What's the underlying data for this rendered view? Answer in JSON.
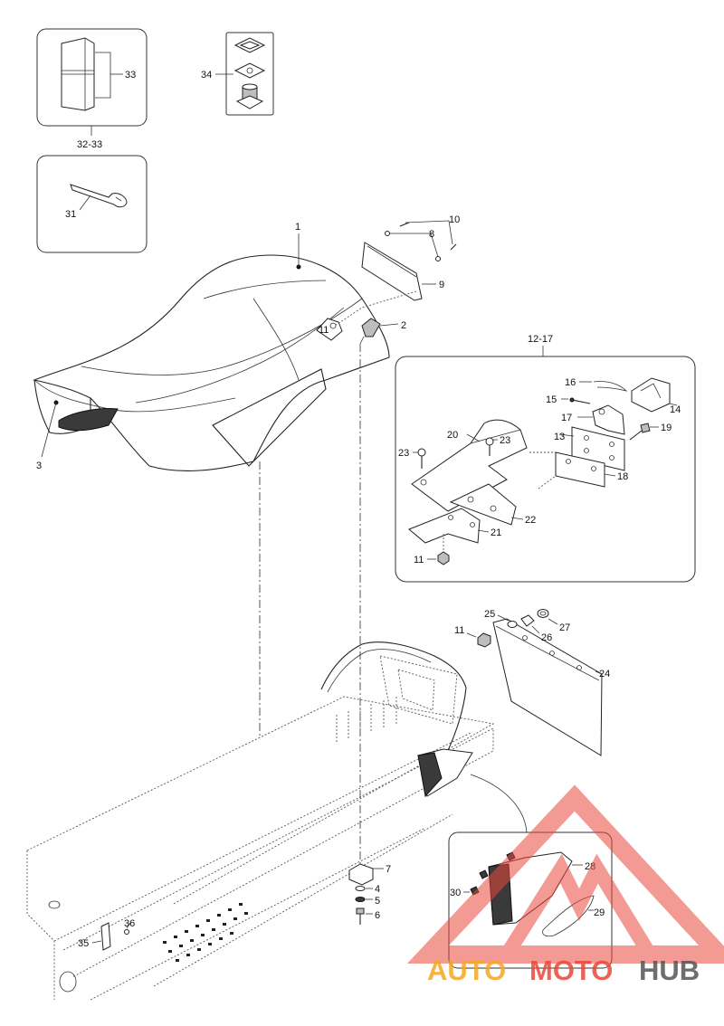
{
  "labels": {
    "l1": "1",
    "l2": "2",
    "l3": "3",
    "l4": "4",
    "l5": "5",
    "l6": "6",
    "l7": "7",
    "l8": "8",
    "l9": "9",
    "l10": "10",
    "l11a": "11",
    "l11b": "11",
    "l11c": "11",
    "l13": "13",
    "l14": "14",
    "l15": "15",
    "l16": "16",
    "l17": "17",
    "l18": "18",
    "l19": "19",
    "l20": "20",
    "l21": "21",
    "l22": "22",
    "l23a": "23",
    "l23b": "23",
    "l24": "24",
    "l25": "25",
    "l26": "26",
    "l27": "27",
    "l28": "28",
    "l29": "29",
    "l30": "30",
    "l31": "31",
    "l33": "33",
    "l34": "34",
    "l35": "35",
    "l36": "36"
  },
  "groups": {
    "g3233": "32-33",
    "g1217": "12-17"
  },
  "watermark": {
    "text_a": "AUTO",
    "text_b": "MOTO",
    "text_c": "HUB",
    "color_orange": "#f5a623",
    "color_red": "#e8483b",
    "color_grey": "#555555"
  }
}
